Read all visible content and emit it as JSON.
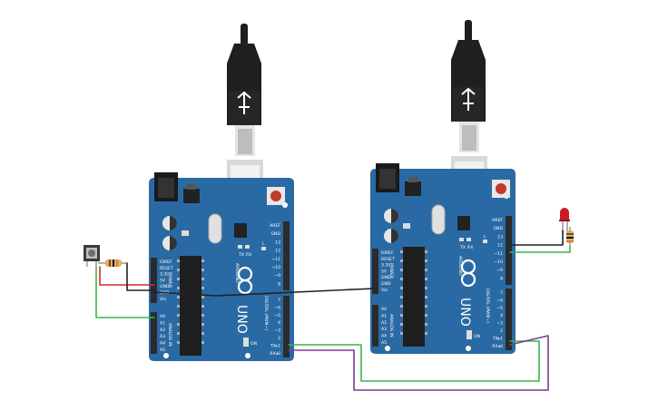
{
  "colors": {
    "board": "#2a6aa4",
    "board_dark": "#1d4f7c",
    "header": "#2b2b2b",
    "wire_red": "#d62828",
    "wire_black": "#222222",
    "wire_green": "#3bb54a",
    "wire_purple": "#7a3d8c",
    "usb_body": "#1f1f1f",
    "usb_metal": "#d8d8d8",
    "reset": "#c0392b",
    "led": "#c81d25"
  },
  "board_left": {
    "brand_name": "UNO",
    "logo_text": "ARDUINO",
    "top_header_labels": [
      "AREF",
      "GND",
      "13",
      "12",
      "~11",
      "~10",
      "~9",
      "8"
    ],
    "lower_header_labels": [
      "7",
      "~6",
      "~5",
      "4",
      "~3",
      "2",
      "TX▸1",
      "RX◂0"
    ],
    "digital_label": "DIGITAL (PWM~)",
    "power_labels": [
      "IOREF",
      "RESET",
      "3.3V",
      "5V",
      "GND",
      "GND",
      "Vin"
    ],
    "power_title": "POWER",
    "analog_labels": [
      "A0",
      "A1",
      "A2",
      "A3",
      "A4",
      "A5"
    ],
    "analog_title": "ANALOG IN",
    "tx_label": "TX",
    "rx_label": "RX",
    "l_label": "L",
    "on_label": "ON"
  },
  "board_right": {
    "brand_name": "UNO",
    "logo_text": "ARDUINO",
    "top_header_labels": [
      "AREF",
      "GND",
      "13",
      "12",
      "~11",
      "~10",
      "~9",
      "8"
    ],
    "lower_header_labels": [
      "7",
      "~6",
      "~5",
      "4",
      "~3",
      "2",
      "TX▸1",
      "RX◂0"
    ],
    "digital_label": "DIGITAL (PWM~)",
    "power_labels": [
      "IOREF",
      "RESET",
      "3.3V",
      "5V",
      "GND",
      "GND",
      "Vin"
    ],
    "power_title": "POWER",
    "analog_labels": [
      "A0",
      "A1",
      "A2",
      "A3",
      "A4",
      "A5"
    ],
    "analog_title": "ANALOG IN",
    "tx_label": "TX",
    "rx_label": "RX",
    "l_label": "L",
    "on_label": "ON"
  },
  "components": {
    "pushbutton": "pushbutton",
    "resistor_left": "resistor",
    "resistor_right": "resistor",
    "led": "led"
  }
}
